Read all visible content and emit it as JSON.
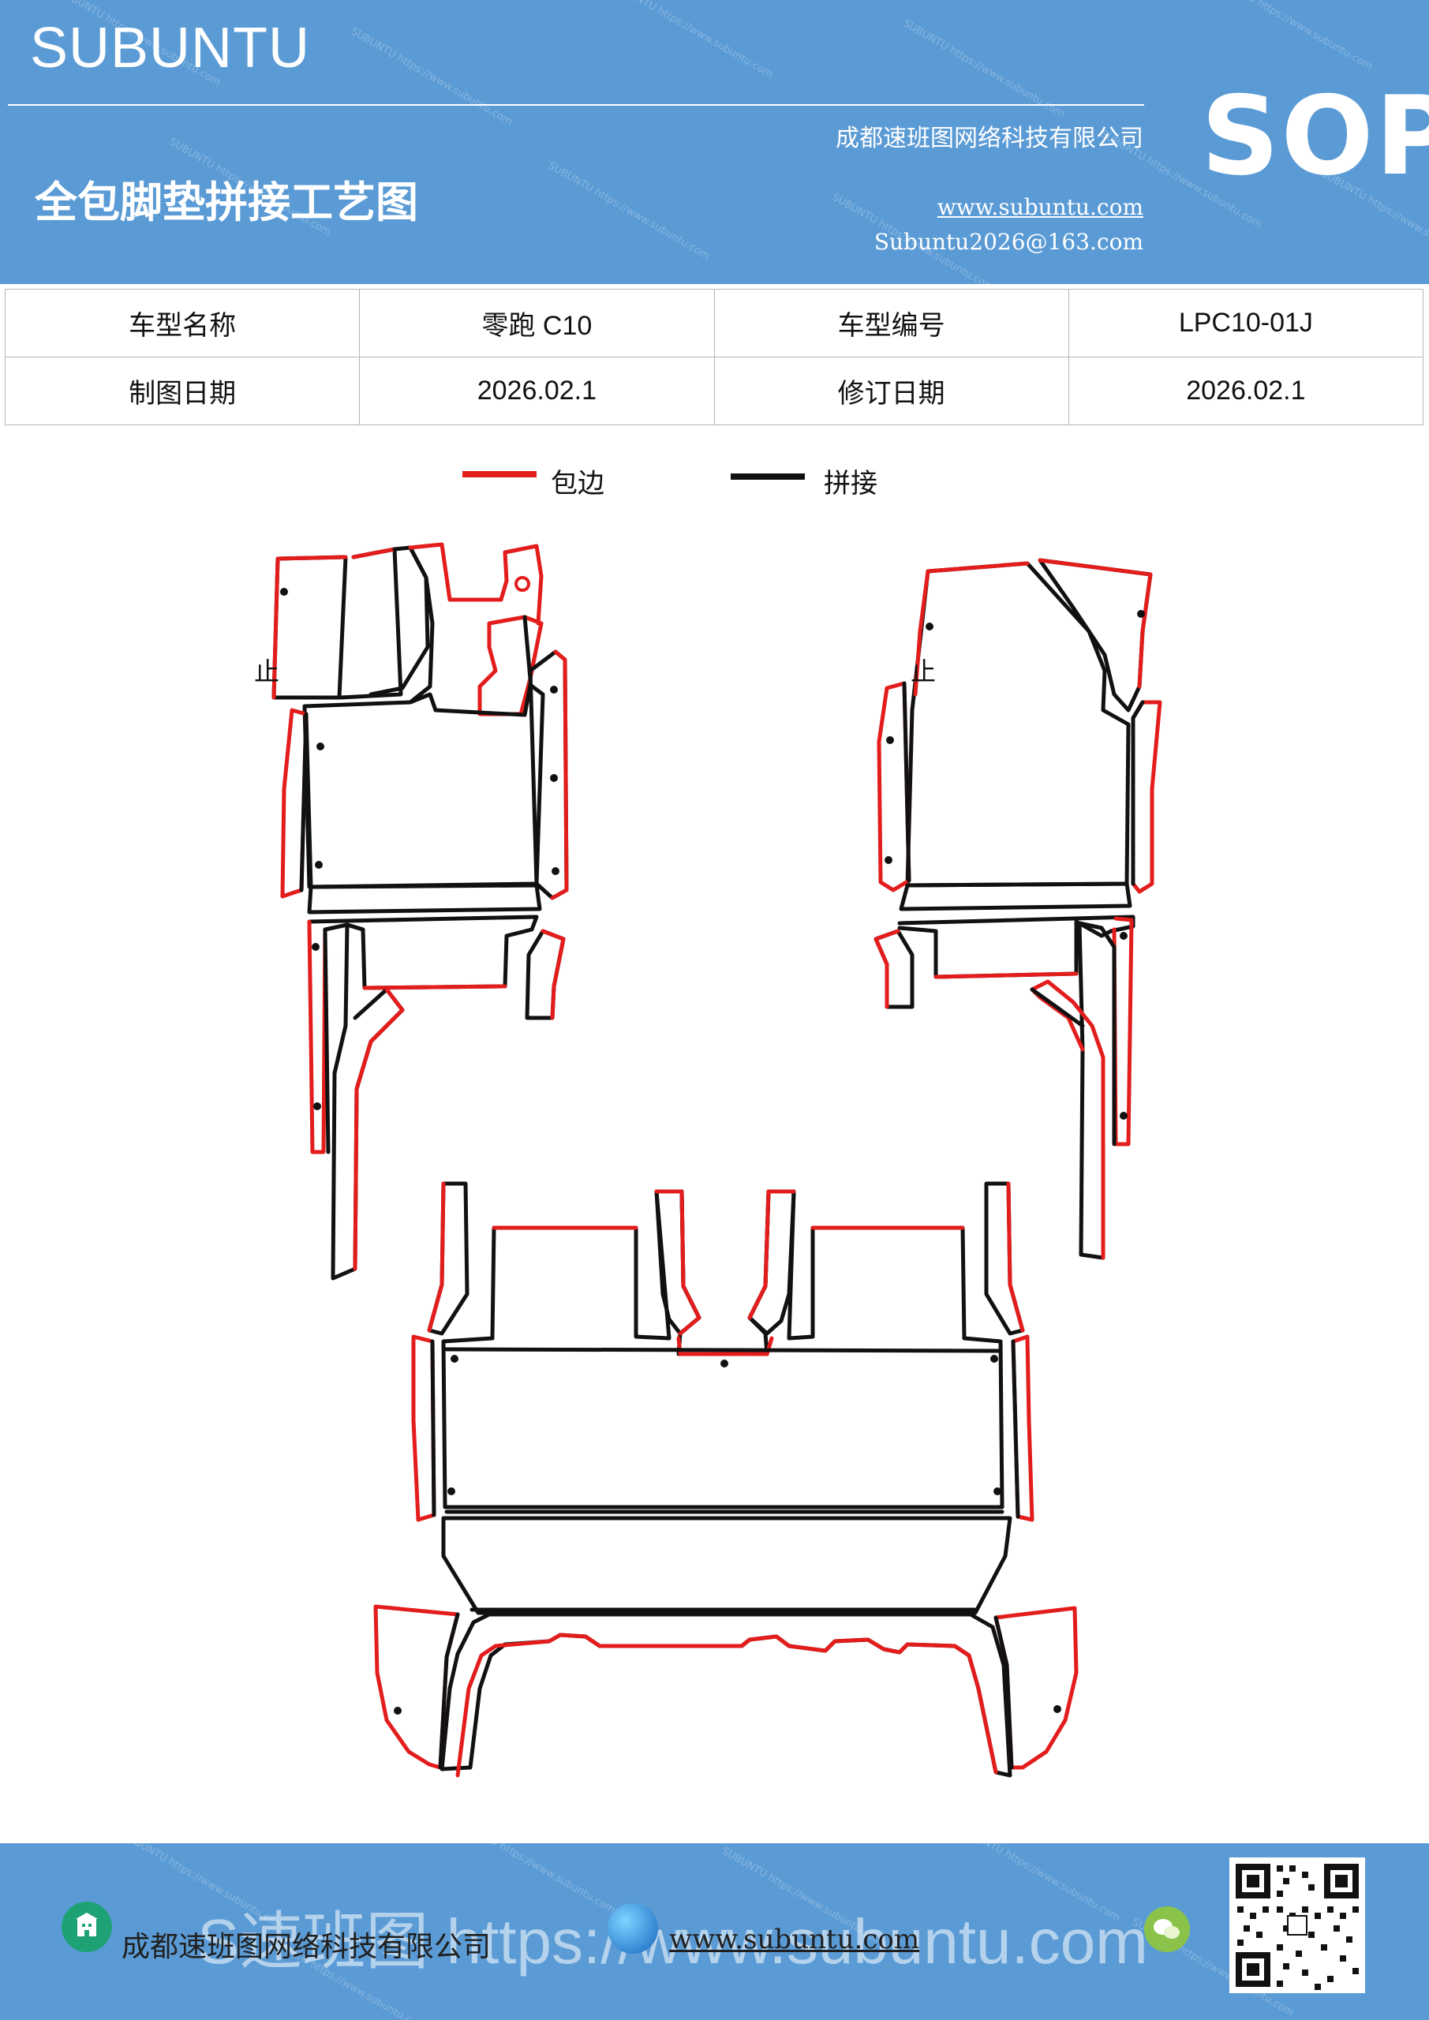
{
  "header": {
    "brand": "SUBUNTU",
    "doc_title": "全包脚垫拼接工艺图",
    "company": "成都速班图网络科技有限公司",
    "website": "www.subuntu.com",
    "email": "Subuntu2026@163.com",
    "badge": "SOP",
    "watermark": "SUBUNTU https://www.subuntu.com"
  },
  "info_table": {
    "rows": [
      [
        "车型名称",
        "零跑 C10",
        "车型编号",
        "LPC10-01J"
      ],
      [
        "制图日期",
        "2026.02.1",
        "修订日期",
        "2026.02.1"
      ]
    ]
  },
  "legend": {
    "items": [
      {
        "label": "包边",
        "color": "#e31c1c"
      },
      {
        "label": "拼接",
        "color": "#111111"
      }
    ]
  },
  "diagram": {
    "stop_mark": "止"
  },
  "footer": {
    "company": "成都速班图网络科技有限公司",
    "website": "www.subuntu.com",
    "overlay": "S速班图 https://www.subuntu.com"
  },
  "colors": {
    "header_bg": "#5b9bd5",
    "edge_red": "#e31c1c",
    "seam_black": "#111111"
  }
}
